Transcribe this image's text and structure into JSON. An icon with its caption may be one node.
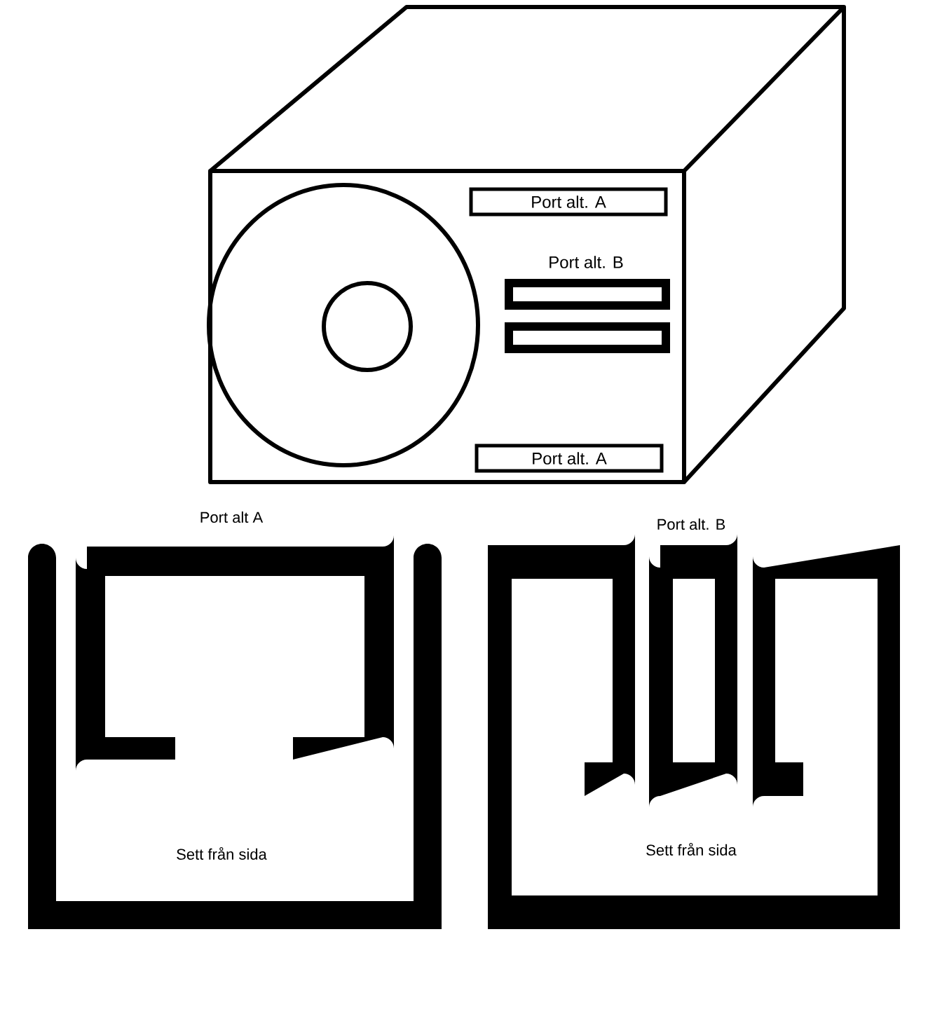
{
  "diagram": {
    "nodes": [
      {
        "text": [
          "Port alt. A"
        ]
      },
      {
        "text": [
          "Port alt. A"
        ]
      }
    ],
    "edges": [],
    "labels": [
      "Port alt. B",
      "Port alt A",
      "Sett från sida",
      "Port alt. B",
      "Sett från sida"
    ]
  }
}
